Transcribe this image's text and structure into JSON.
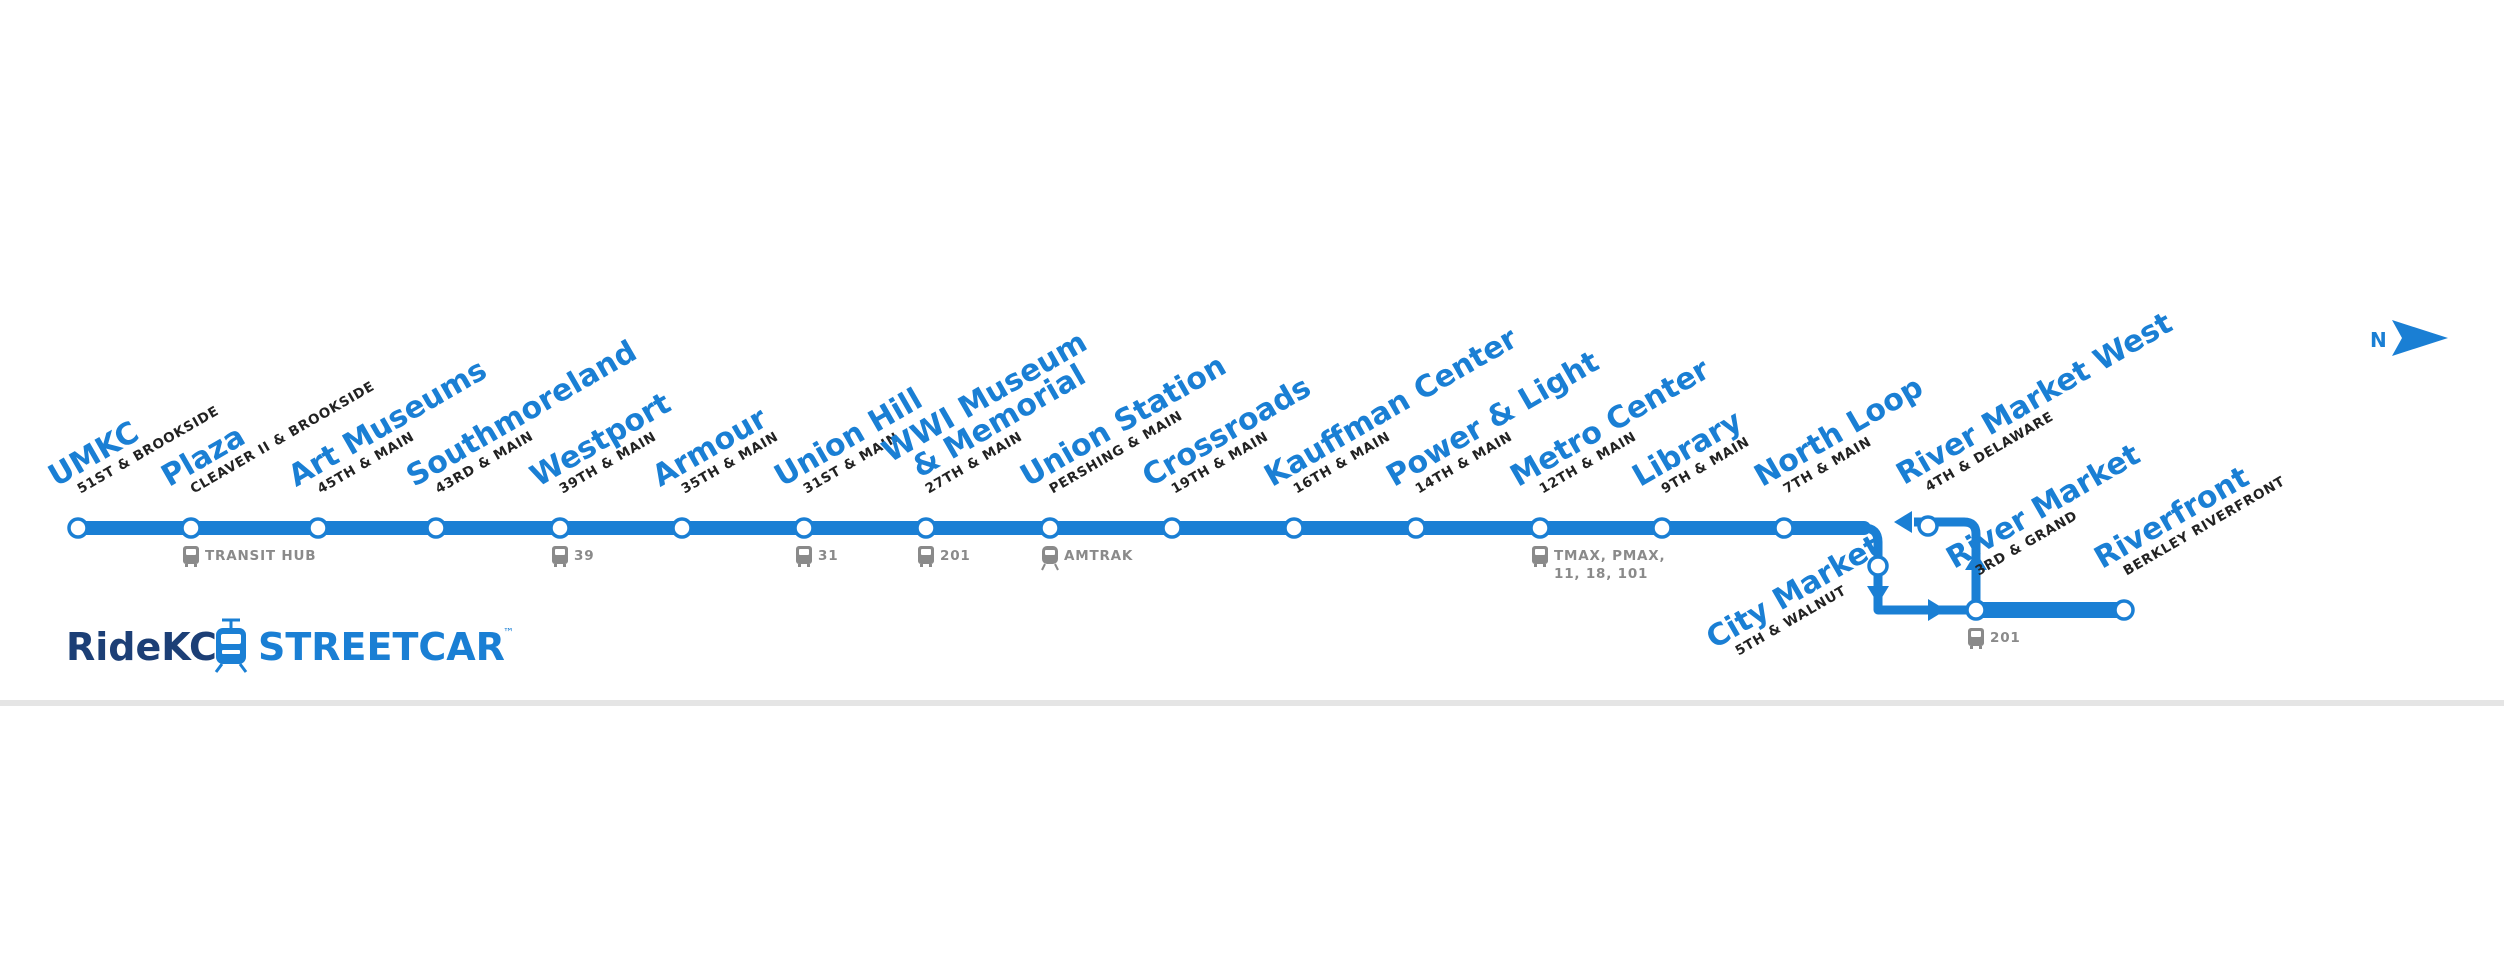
{
  "colors": {
    "line": "#1a7fd4",
    "station_fill": "#ffffff",
    "subtitle": "#222222",
    "connection": "#8a8a8a",
    "brand_dark": "#1c3f76",
    "divider": "#e5e5e5"
  },
  "brand": {
    "ridekc": "RideKC",
    "streetcar": "STREETCAR",
    "tm": "™",
    "icon": "streetcar-icon"
  },
  "north": {
    "label": "N",
    "icon": "north-arrow-icon"
  },
  "stations": [
    {
      "name": "UMKC",
      "sub": "51ST & BROOKSIDE"
    },
    {
      "name": "Plaza",
      "sub": "CLEAVER II & BROOKSIDE",
      "connection": {
        "icon": "bus-icon",
        "label": "TRANSIT HUB"
      }
    },
    {
      "name": "Art Museums",
      "sub": "45TH & MAIN"
    },
    {
      "name": "Southmoreland",
      "sub": "43RD & MAIN"
    },
    {
      "name": "Westport",
      "sub": "39TH & MAIN",
      "connection": {
        "icon": "bus-icon",
        "label": "39"
      }
    },
    {
      "name": "Armour",
      "sub": "35TH & MAIN"
    },
    {
      "name": "Union Hill",
      "sub": "31ST & MAIN",
      "connection": {
        "icon": "bus-icon",
        "label": "31"
      }
    },
    {
      "name": "WWI Museum",
      "name2": "& Memorial",
      "sub": "27TH & MAIN",
      "connection": {
        "icon": "bus-icon",
        "label": "201"
      }
    },
    {
      "name": "Union Station",
      "sub": "PERSHING & MAIN",
      "connection": {
        "icon": "train-icon",
        "label": "AMTRAK"
      }
    },
    {
      "name": "Crossroads",
      "sub": "19TH & MAIN"
    },
    {
      "name": "Kauffman Center",
      "sub": "16TH & MAIN"
    },
    {
      "name": "Power & Light",
      "sub": "14TH & MAIN"
    },
    {
      "name": "Metro Center",
      "sub": "12TH & MAIN",
      "connection": {
        "icon": "bus-icon",
        "label": "TMAX, PMAX,",
        "label2": "11, 18, 101"
      }
    },
    {
      "name": "Library",
      "sub": "9TH & MAIN"
    },
    {
      "name": "North Loop",
      "sub": "7TH & MAIN"
    },
    {
      "name": "City Market",
      "sub": "5TH & WALNUT"
    },
    {
      "name": "River Market West",
      "sub": "4TH & DELAWARE"
    },
    {
      "name": "River Market",
      "sub": "3RD & GRAND",
      "connection": {
        "icon": "bus-icon",
        "label": "201"
      }
    },
    {
      "name": "Riverfront",
      "sub": "BERKLEY RIVERFRONT"
    }
  ]
}
